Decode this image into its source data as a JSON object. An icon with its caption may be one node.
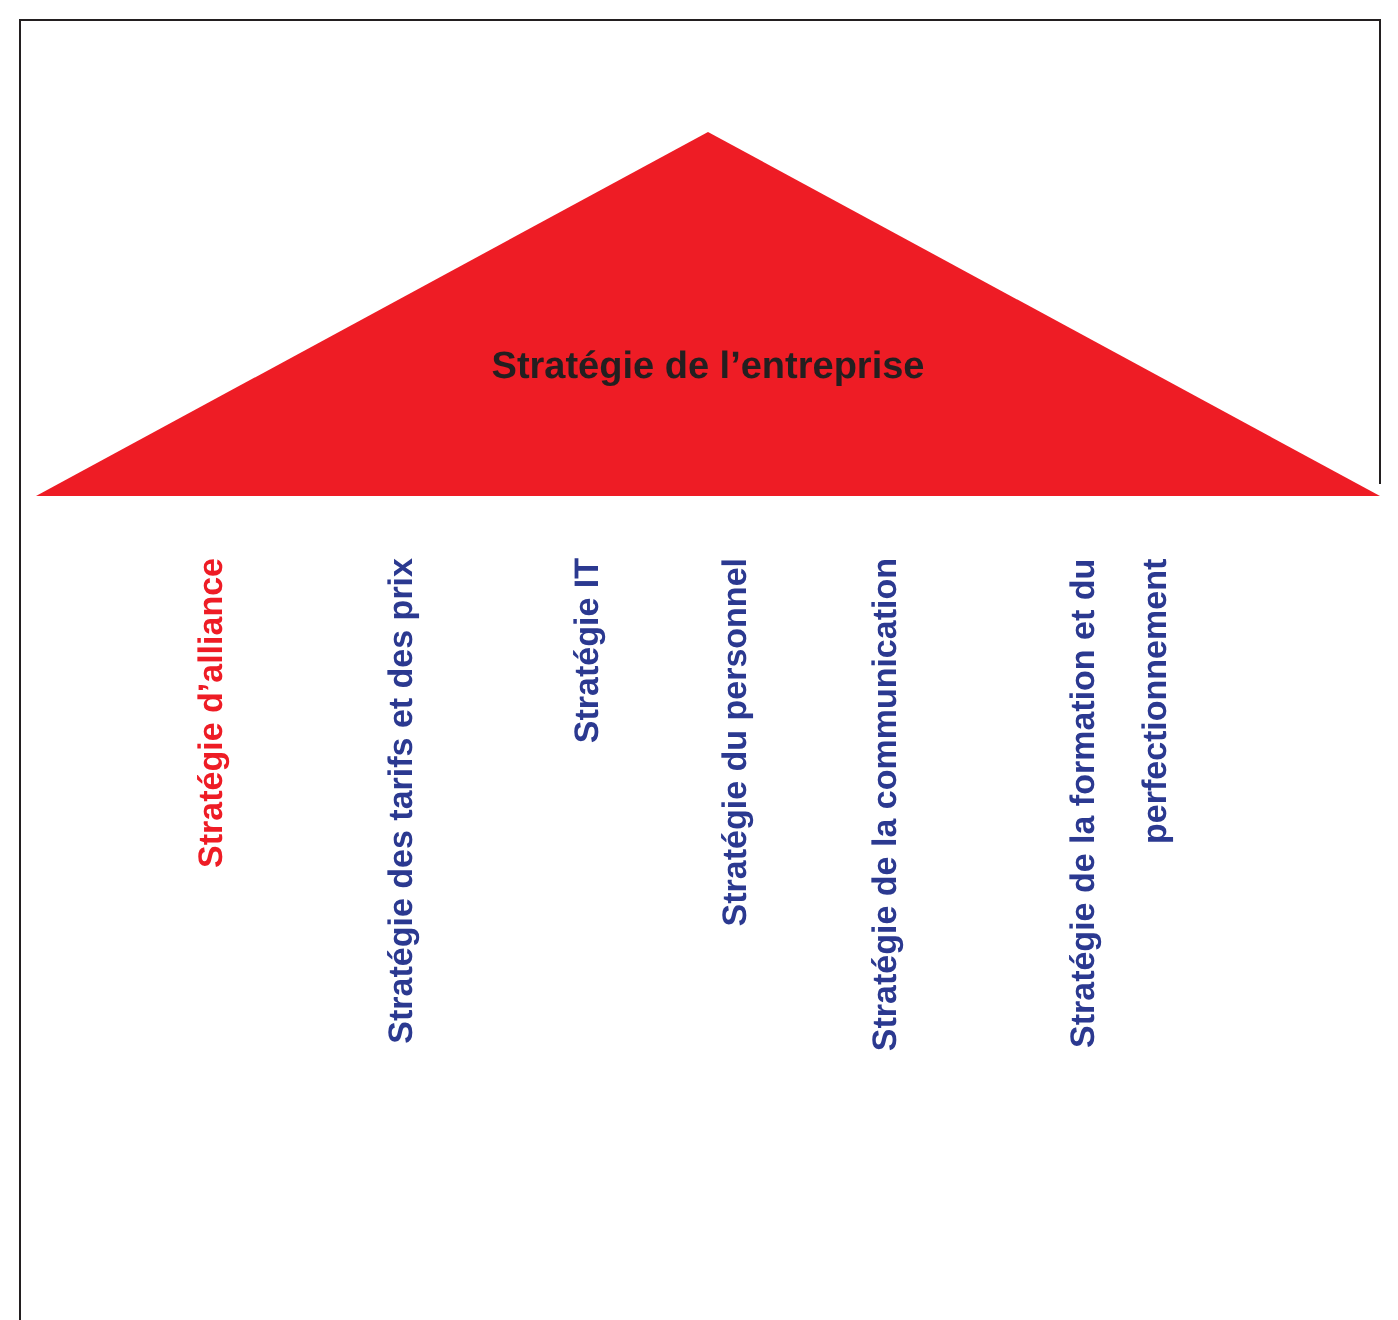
{
  "diagram": {
    "nodes": [
      {
        "text": [
          "Stratégie de l’entreprise"
        ]
      }
    ],
    "edges": [],
    "labels": [
      "Stratégie d’alliance",
      "Stratégie des tarifs et des prix",
      "Stratégie IT",
      "Stratégie du personnel",
      "Stratégie de la communication",
      "Stratégie de la formation et du perfectionnement"
    ]
  }
}
